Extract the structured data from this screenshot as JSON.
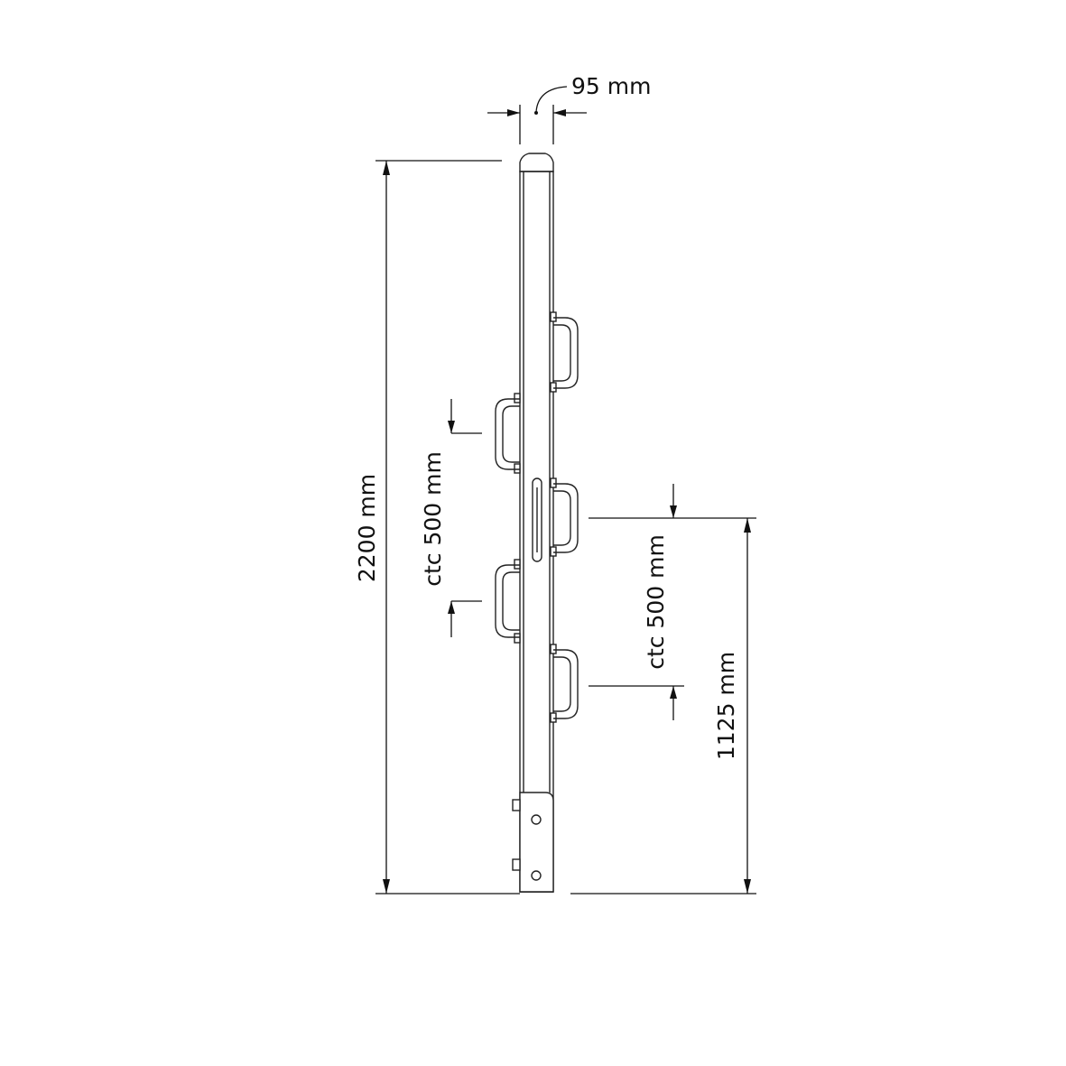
{
  "dimensions": {
    "width": "95 mm",
    "total_height": "2200 mm",
    "ctc_left": "ctc 500 mm",
    "ctc_right": "ctc 500 mm",
    "gate_height": "1125 mm"
  },
  "colors": {
    "line": "#111111",
    "background": "#ffffff"
  }
}
